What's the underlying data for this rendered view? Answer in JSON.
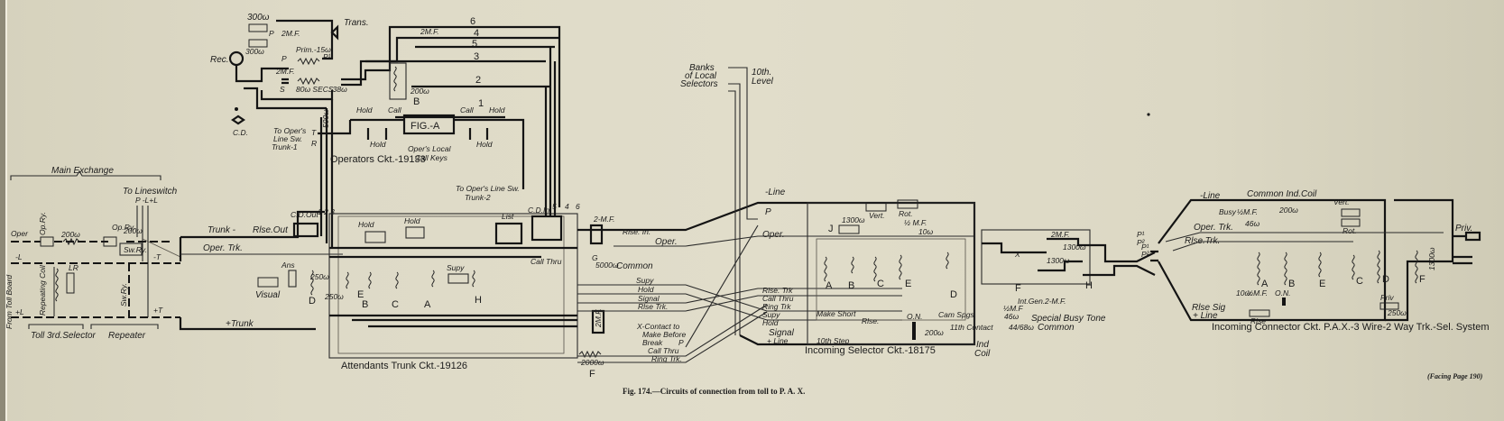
{
  "figure": {
    "caption": "Fig. 174.—Circuits of connection from toll to P. A. X.",
    "facing_page": "(Facing Page 190)"
  },
  "sections": {
    "main_exchange": {
      "title": "Main Exchange",
      "to_lineswitch": "To Lineswitch",
      "lineswitch_leads": "P -L+L",
      "oper": "Oper",
      "relay_1": "Op.Ry.",
      "relay_2": "Op.Ry.",
      "res_1": "200ω",
      "res_2": "200ω",
      "sw_ry": "Sw.Ry.",
      "sw_ry_vert": "Sw.Ry.",
      "minus_l": "-L",
      "plus_l": "+L",
      "minus_t": "-T",
      "plus_t": "+T",
      "lr": "LR",
      "repeating_coil": "Repeating Coil",
      "from_toll_board": "From Toll Board",
      "toll_3rd_selector": "Toll 3rd.Selector",
      "repeater": "Repeater"
    },
    "operators_circuit": {
      "title": "Operators Ckt.-19133",
      "fig_a": "FIG.-A",
      "rec": "Rec.",
      "trans": "Trans.",
      "res_300_top": "300ω",
      "res_300_bottom": "300ω",
      "p": "P",
      "p_prime": "P¹",
      "cap_2mf_top": "2M.F.",
      "cap_2mf_mid": "2M.F.",
      "prim": "Prim.-15ω",
      "sec": "80ω SEC. 38ω",
      "s": "S",
      "s_prime": "S.",
      "res_200": "200ω",
      "b": "B",
      "res_500": "500ω",
      "hold_1": "Hold",
      "call_1": "Call",
      "call_2": "Call",
      "hold_2": "Hold",
      "hold_3": "Hold",
      "hold_4": "Hold",
      "cd": "C.D.",
      "to_opers_line_sw_1": "To Oper's",
      "to_opers_line_sw_2": "Line Sw.",
      "to_opers_line_sw_3": "Trunk-1",
      "t": "T",
      "r": "R",
      "opers_local_1": "Oper's Local",
      "opers_local_2": "Call Keys",
      "cap_2mf_right": "2M.F.",
      "wire_numbers": [
        "6",
        "4",
        "5",
        "3",
        "2",
        "1"
      ]
    },
    "attendants_trunk": {
      "title": "Attendants Trunk Ckt.-19126",
      "trunk_minus": "Trunk -",
      "rlse_out": "Rlse.Out",
      "oper_trk": "Oper. Trk.",
      "trunk_plus": "+Trunk",
      "cd_out": "C.D.Out",
      "cd_out_nums": "1 2 3",
      "cd_in": "C.D.In",
      "cd_in_nums": [
        "5",
        "4",
        "6"
      ],
      "to_opers_line_sw_trunk2_1": "To Oper's Line Sw.",
      "to_opers_line_sw_trunk2_2": "Trunk-2",
      "hold_1": "Hold",
      "hold_2": "Hold",
      "list": "List",
      "ans": "Ans",
      "visual": "Visual",
      "supy": "Supy",
      "relays": [
        "D",
        "E",
        "B",
        "C",
        "A",
        "H"
      ],
      "res_250_top": "250ω",
      "res_250_bottom": "250ω",
      "cap_2mf": "2-M.F.",
      "cap_2mf_vert": "2M.F.",
      "call_thru": "Call Thru",
      "g": "G",
      "res_5000": "5000ω",
      "common": "Common",
      "res_2000": "2000ω",
      "f": "F"
    },
    "trunk_leads": {
      "rlse_in": "Rlse. In.",
      "oper": "Oper.",
      "supy": "Supy",
      "hold": "Hold",
      "signal": "Signal",
      "rlse_trk": "Rlse Trk.",
      "x_contact_1": "X-Contact to",
      "x_contact_2": "Make Before",
      "x_contact_3": "Break",
      "p": "P",
      "call_thru": "Call Thru",
      "ring_trk": "Ring Trk."
    },
    "incoming_selector": {
      "title": "Incoming Selector Ckt.-18175",
      "banks_1": "Banks",
      "banks_2": "of Local",
      "banks_3": "Selectors",
      "level_1": "10th.",
      "level_2": "Level",
      "minus_line": "-Line",
      "p": "P",
      "oper": "Oper.",
      "rlse_trk": "Rlse. Trk",
      "call_thru": "Call Thru",
      "ring_trk": "Ring Trk",
      "supy": "Supy",
      "hold": "Hold",
      "signal": "Signal",
      "plus_line": "+ Line",
      "j": "J",
      "res_1300": "1300ω",
      "vert": "Vert.",
      "rot": "Rot.",
      "cap_half_mf": "½ M.F.",
      "res_10": "10ω",
      "relays": [
        "A",
        "B",
        "C",
        "E",
        "D"
      ],
      "make_short": "Make Short",
      "rlse": "Rlse.",
      "on": "O.N.",
      "res_200": "200ω",
      "cam_spgs": "Cam Spgs.",
      "eleventh_contact": "11th Contact",
      "tenth_step": "10th Step",
      "ind_coil_1": "Ind",
      "ind_coil_2": "Coil",
      "two_mf_top": "2M.F.",
      "int_gen": "Int.Gen.",
      "two_mf": "2-M.F.",
      "half_mf": "½M.F",
      "res_46": "46ω",
      "res_44_68": "44/68ω",
      "special_busy_tone": "Special Busy Tone",
      "common": "Common",
      "res_1300_b": "1300ω",
      "res_1300_c": "1300ω",
      "relay_x": "X",
      "relay_f": "F",
      "relay_h": "H",
      "p1": "P¹",
      "p2": "P²"
    },
    "incoming_connector": {
      "title": "Incoming Connector Ckt. P.A.X.-3 Wire-2 Way Trk.-Sel. System",
      "minus_line": "-Line",
      "common_ind_coil": "Common Ind.Coil",
      "busy": "Busy",
      "cap_half_mf": "½M.F.",
      "res_46": "46ω",
      "res_200": "200ω",
      "vert": "Vert.",
      "rot": "Rot.",
      "oper_trk": "Oper. Trk.",
      "rlse_trk": "Rlse.Trk.",
      "p1": "P¹",
      "p2": "P²",
      "relays": [
        "A",
        "B",
        "E",
        "C",
        "D",
        "F"
      ],
      "res_10": "10ω",
      "cap_half_mf_2": "½M.F.",
      "on": "O.N.",
      "rlse_sig": "Rlse Sig",
      "plus_line": "+ Line",
      "rlse": "Rlse",
      "priv_relay": "Priv",
      "res_250": "250ω",
      "res_1300": "1300ω",
      "priv": "Priv."
    }
  }
}
